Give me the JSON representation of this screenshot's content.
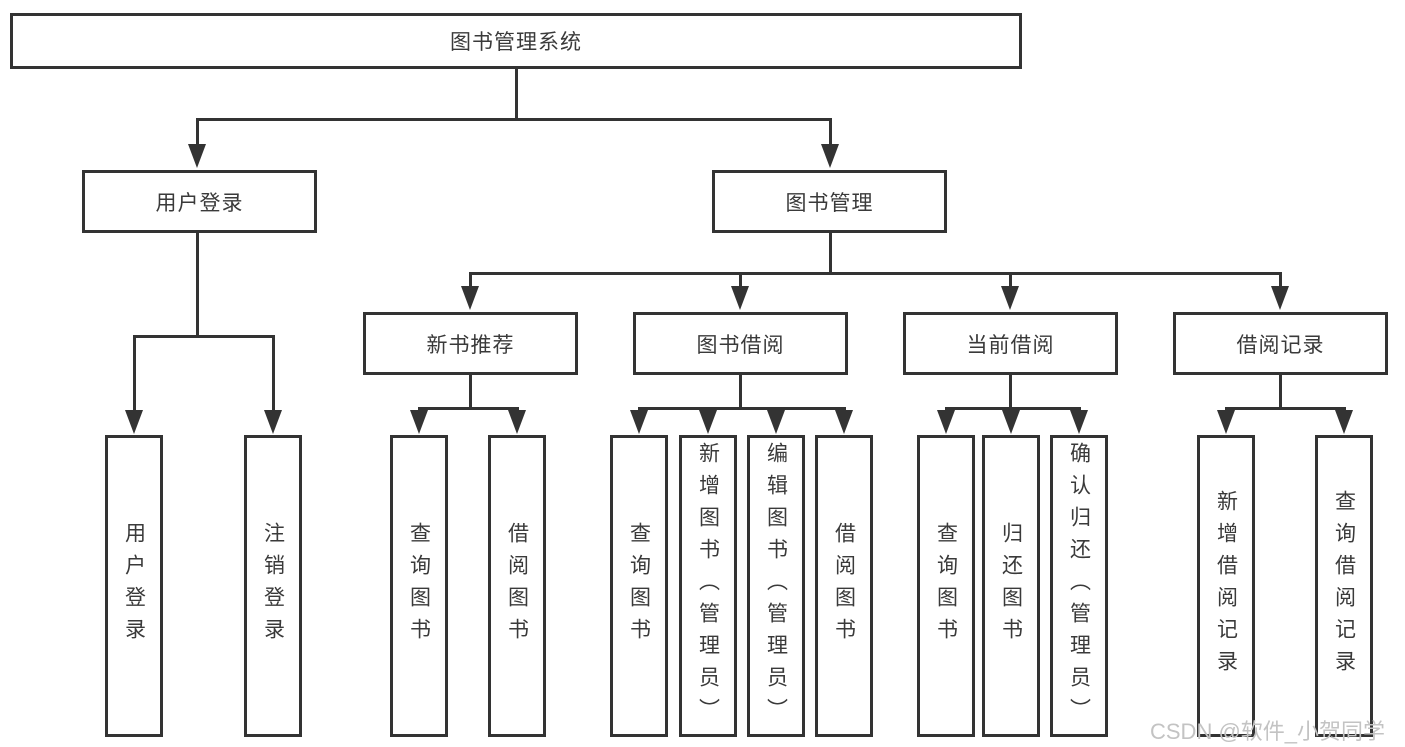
{
  "tree": {
    "root": {
      "label": "图书管理系统"
    },
    "level2": [
      {
        "label": "用户登录"
      },
      {
        "label": "图书管理"
      }
    ],
    "level3": [
      {
        "label": "新书推荐"
      },
      {
        "label": "图书借阅"
      },
      {
        "label": "当前借阅"
      },
      {
        "label": "借阅记录"
      }
    ],
    "leafGroups": [
      {
        "parent": "用户登录",
        "leaves": [
          "用户登录",
          "注销登录"
        ]
      },
      {
        "parent": "新书推荐",
        "leaves": [
          "查询图书",
          "借阅图书"
        ]
      },
      {
        "parent": "图书借阅",
        "leaves": [
          "查询图书",
          "新增图书（管理员）",
          "编辑图书（管理员）",
          "借阅图书"
        ]
      },
      {
        "parent": "当前借阅",
        "leaves": [
          "查询图书",
          "归还图书",
          "确认归还（管理员）"
        ]
      },
      {
        "parent": "借阅记录",
        "leaves": [
          "新增借阅记录",
          "查询借阅记录"
        ]
      }
    ]
  },
  "watermark": {
    "text": "CSDN @软件_小贺同学"
  },
  "colors": {
    "line": "#333333",
    "text": "#3a3a3a",
    "background": "#ffffff",
    "watermark": "#c3c3c3"
  }
}
